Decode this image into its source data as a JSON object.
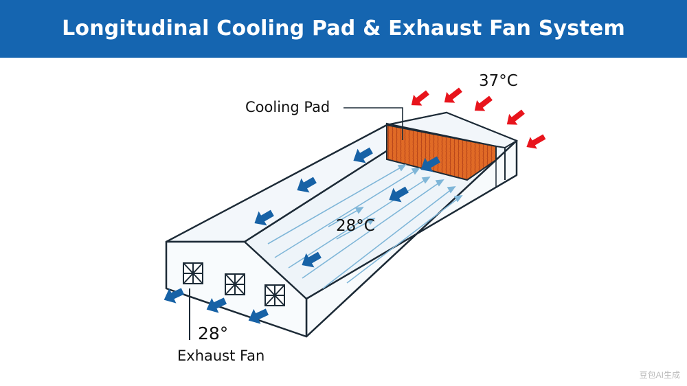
{
  "title": "Longitudinal Cooling Pad & Exhaust Fan System",
  "labels": {
    "cooling_pad": "Cooling Pad",
    "outside_temp": "37°C",
    "inside_temp": "28°C",
    "exhaust_temp": "28°",
    "exhaust_fan": "Exhaust Fan"
  },
  "watermark": "豆包AI生成",
  "colors": {
    "header": "#1565b0",
    "pad": "#e06a26",
    "hot_arrow": "#e8141c",
    "cool_arrow": "#1762a6",
    "airflow_line": "#7fb6d8",
    "outline": "#1c2a36"
  }
}
